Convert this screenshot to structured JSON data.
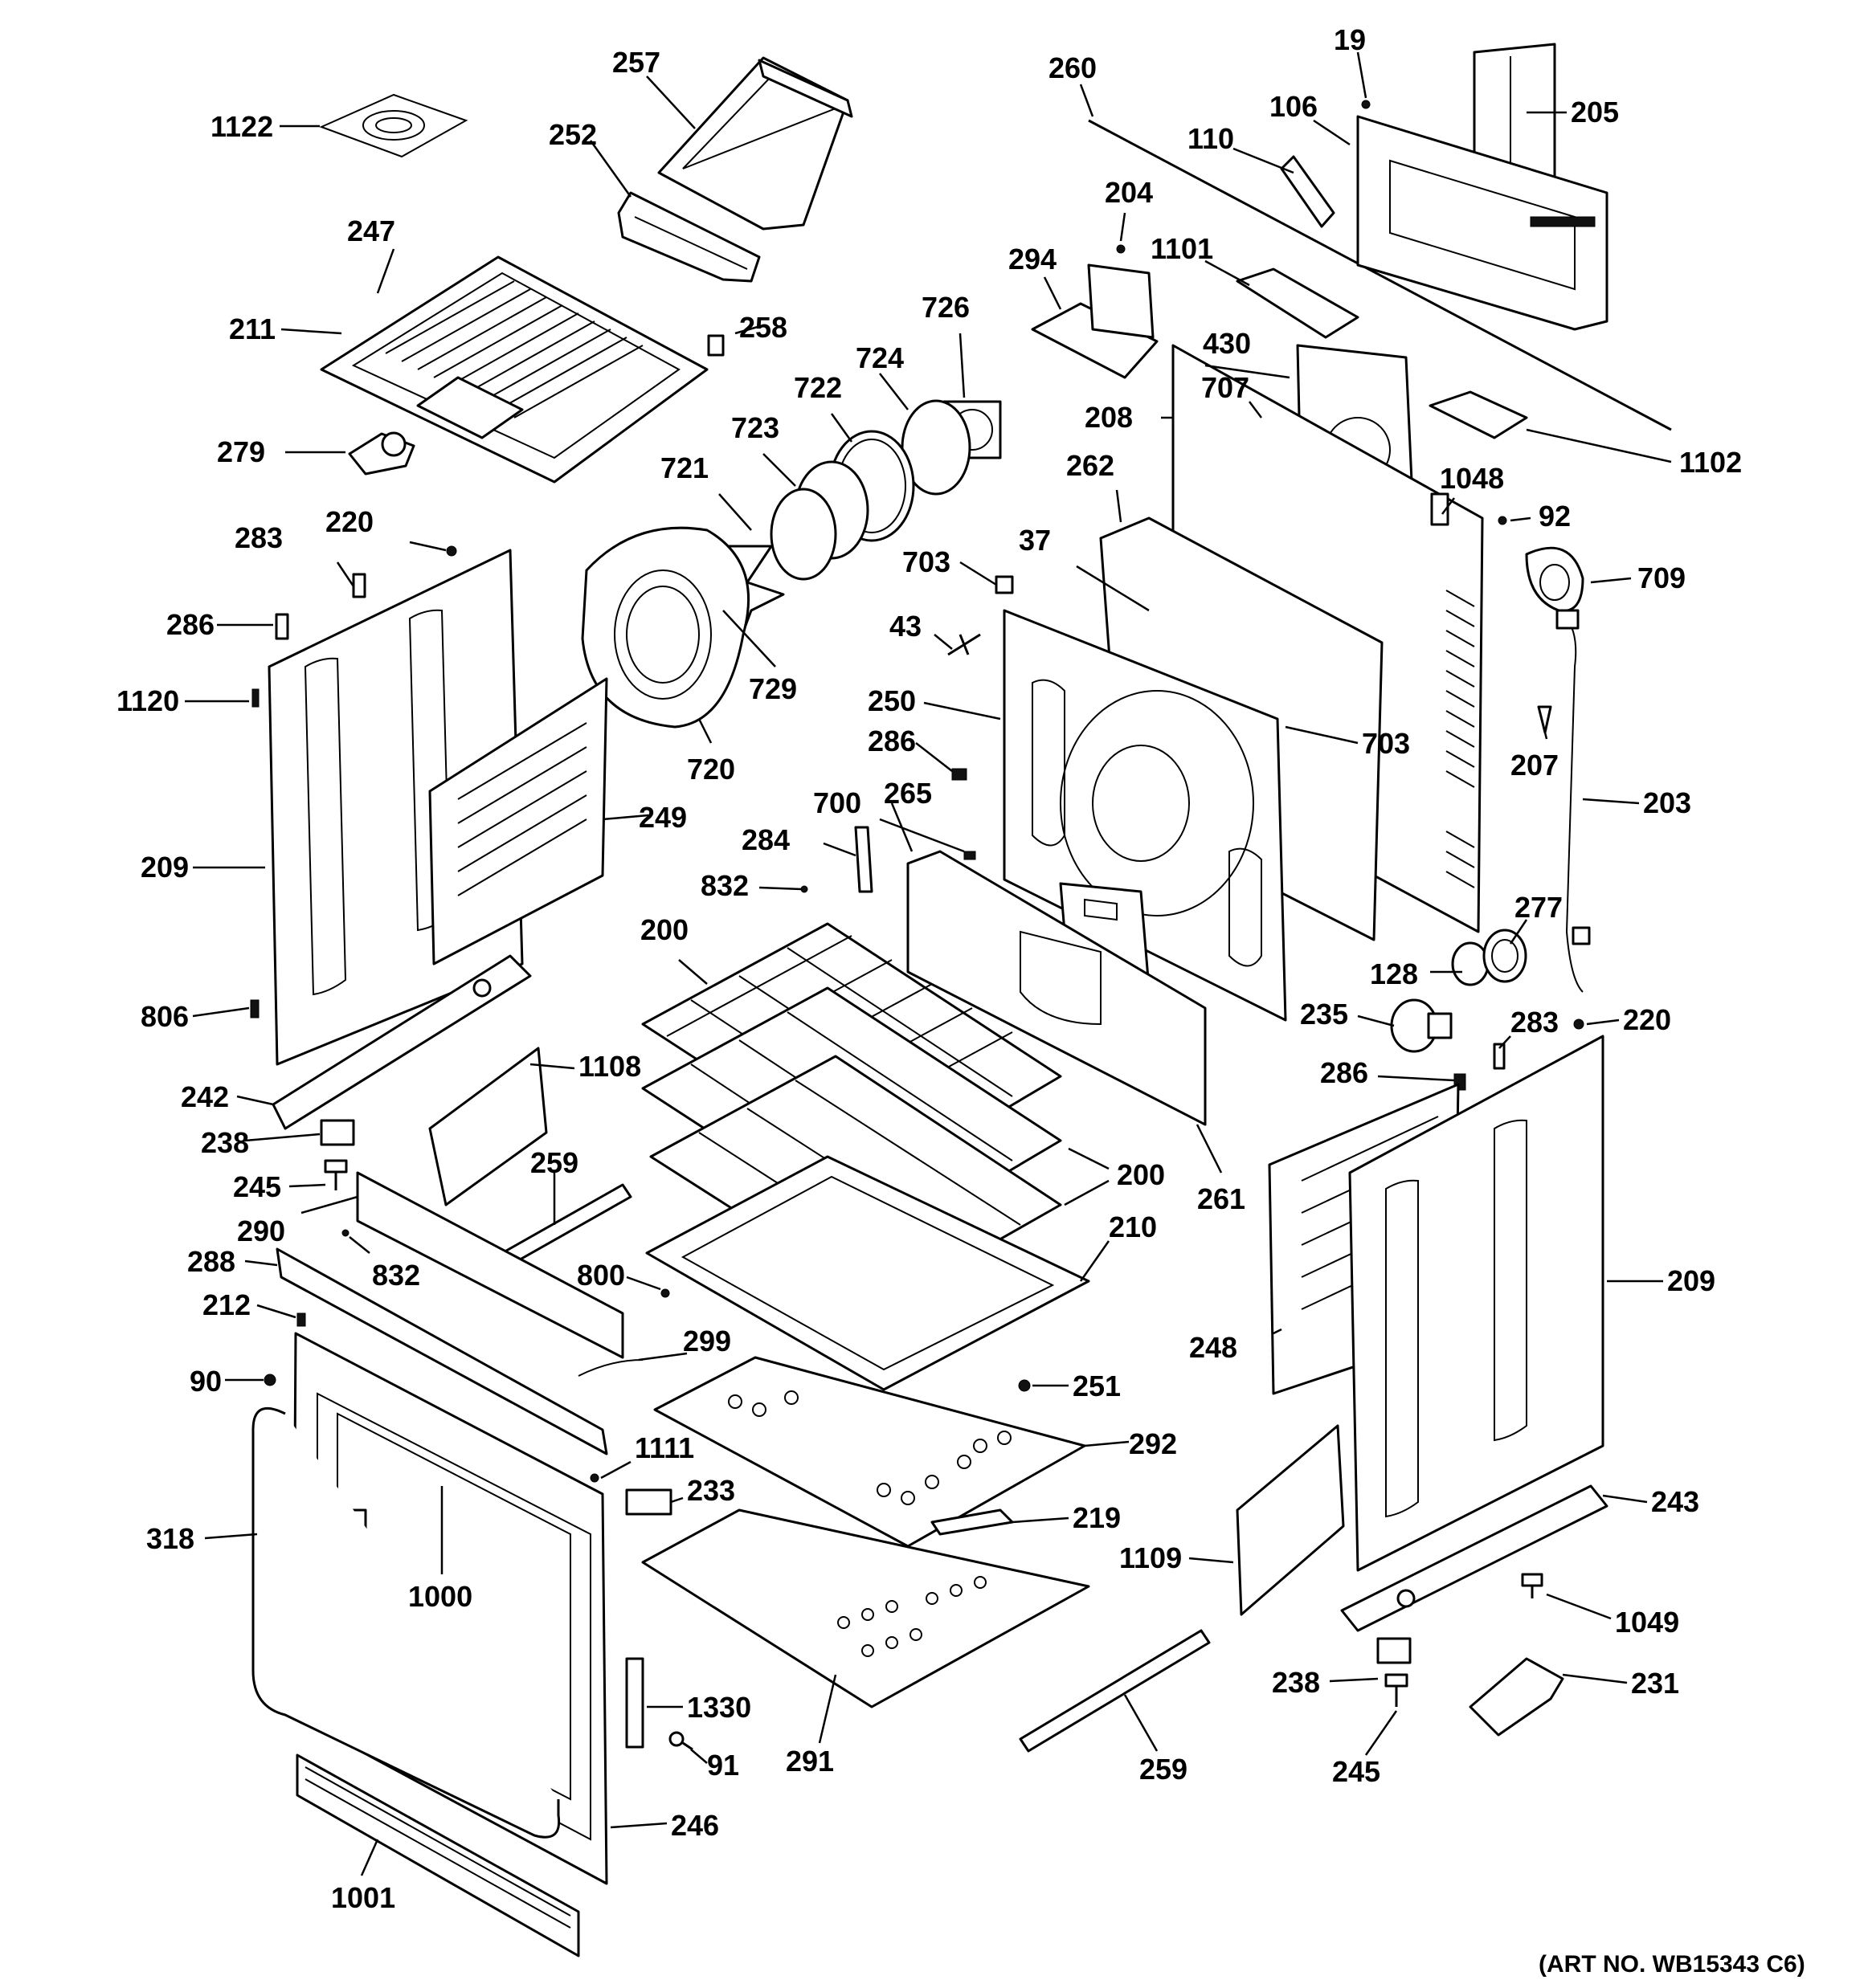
{
  "diagram": {
    "art_number": "(ART NO. WB15343 C6)",
    "callouts": {
      "p1122": "1122",
      "p257": "257",
      "p252": "252",
      "p247": "247",
      "p211": "211",
      "p258": "258",
      "p279": "279",
      "p260": "260",
      "p19": "19",
      "p106": "106",
      "p205": "205",
      "p110": "110",
      "p204": "204",
      "p294": "294",
      "p1101": "1101",
      "p726": "726",
      "p724": "724",
      "p722": "722",
      "p723": "723",
      "p721": "721",
      "p430": "430",
      "p707": "707",
      "p208": "208",
      "p1102": "1102",
      "p262": "262",
      "p1048": "1048",
      "p92": "92",
      "p37": "37",
      "p703a": "703",
      "p709": "709",
      "p283a": "283",
      "p220a": "220",
      "p286a": "286",
      "p43": "43",
      "p729": "729",
      "p1120": "1120",
      "p250": "250",
      "p703b": "703",
      "p720": "720",
      "p286b": "286",
      "p207": "207",
      "p249": "249",
      "p265": "265",
      "p203": "203",
      "p209a": "209",
      "p700": "700",
      "p284": "284",
      "p832a": "832",
      "p200a": "200",
      "p277": "277",
      "p128": "128",
      "p806": "806",
      "p235": "235",
      "p283b": "283",
      "p220b": "220",
      "p1108": "1108",
      "p286c": "286",
      "p242": "242",
      "p238a": "238",
      "p200b": "200",
      "p261": "261",
      "p245a": "245",
      "p259a": "259",
      "p290": "290",
      "p210": "210",
      "p288": "288",
      "p832b": "832",
      "p800": "800",
      "p209b": "209",
      "p212": "212",
      "p299": "299",
      "p248": "248",
      "p90": "90",
      "p251": "251",
      "p292": "292",
      "p1111": "1111",
      "p233": "233",
      "p243": "243",
      "p318": "318",
      "p219": "219",
      "p1109": "1109",
      "p1000": "1000",
      "p1049": "1049",
      "p238b": "238",
      "p231": "231",
      "p1330": "1330",
      "p91": "91",
      "p291": "291",
      "p259b": "259",
      "p245b": "245",
      "p246": "246",
      "p1001": "1001"
    }
  }
}
